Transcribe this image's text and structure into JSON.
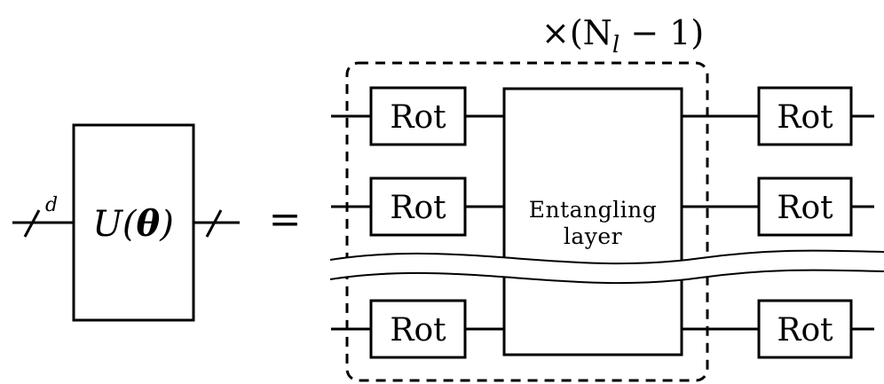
{
  "left_gate": {
    "label_prefix": "U(",
    "label_param": "θ",
    "label_suffix": ")",
    "register_size": "d"
  },
  "equals_sign": "=",
  "repeat_block": {
    "label_prefix": "×(N",
    "label_subscript": "l",
    "label_suffix": " − 1)"
  },
  "rotation_gate_label": "Rot",
  "entangling_layer": {
    "line1": "Entangling",
    "line2": "layer"
  }
}
